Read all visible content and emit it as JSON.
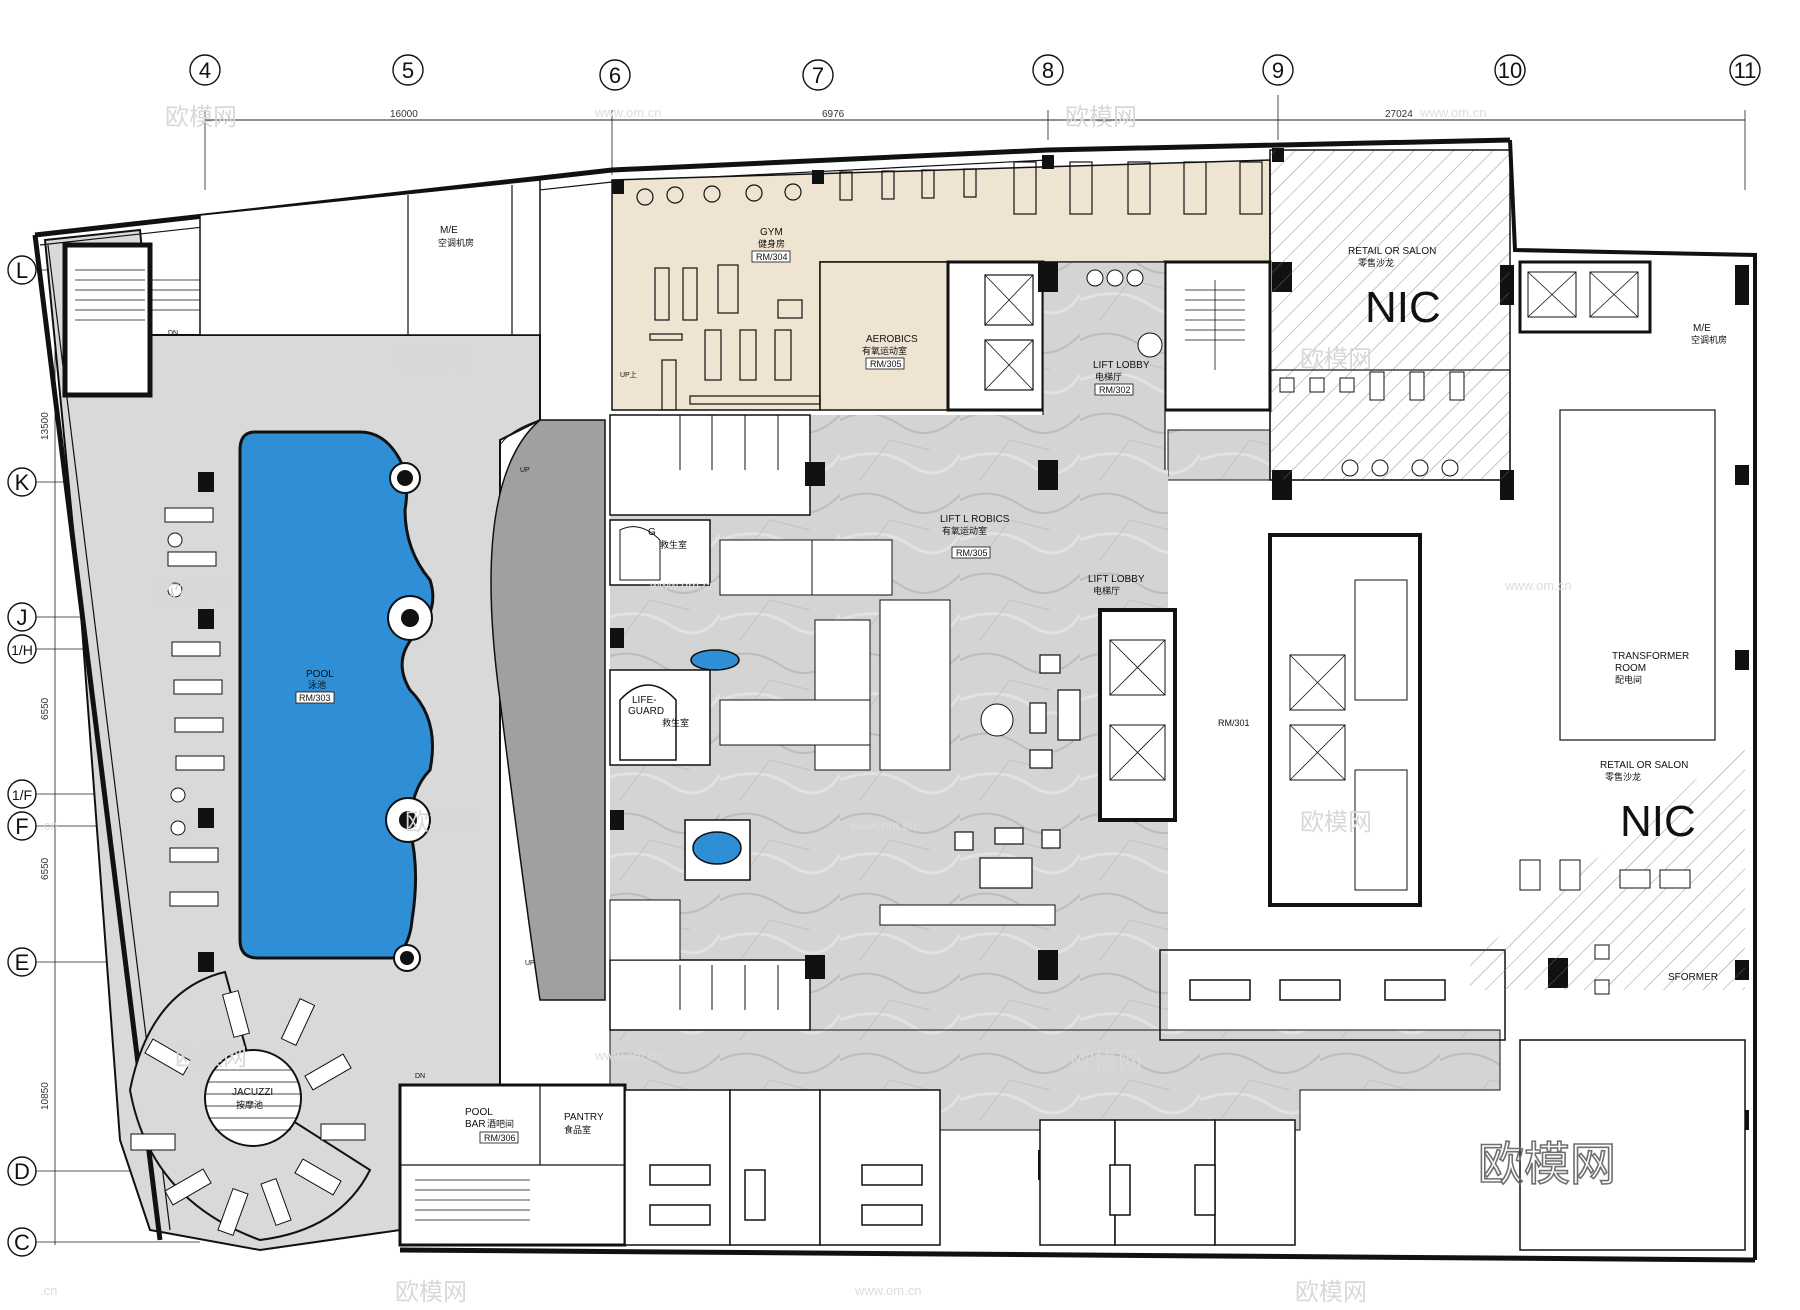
{
  "plan": {
    "col_grid": [
      "4",
      "5",
      "6",
      "7",
      "8",
      "9",
      "10",
      "11"
    ],
    "row_grid": [
      "L",
      "K",
      "J",
      "1/H",
      "1/F",
      "F",
      "E",
      "D",
      "C"
    ],
    "top_dims": [
      "16000",
      "6976",
      "27024"
    ],
    "left_dims": [
      "13500",
      "6550",
      "6550",
      "10850"
    ],
    "colors": {
      "pool": "#2e8fd6",
      "gym_floor": "#efe3d2",
      "deck": "#d9d9d9",
      "marble": "#cfcfcf",
      "ramp": "#9b9b9b",
      "wall": "#111111"
    }
  },
  "rooms": {
    "me_left": {
      "en": "M/E",
      "cn": "空调机房"
    },
    "gym": {
      "en": "GYM",
      "cn": "健身房",
      "tag": "RM/304"
    },
    "aerobics": {
      "en": "AEROBICS",
      "cn": "有氧运动室",
      "tag": "RM/305"
    },
    "aerobics2": {
      "en": "LIFT L ROBICS",
      "cn": "有氧运动室",
      "tag": "RM/305"
    },
    "lift_lobby_1": {
      "en": "LIFT LOBBY",
      "cn": "电梯厅",
      "tag": "RM/302"
    },
    "lift_lobby_2": {
      "en": "LIFT LOBBY",
      "cn": "电梯厅"
    },
    "retail_top": {
      "en": "RETAIL OR SALON",
      "cn": "零售沙龙",
      "nic": "NIC"
    },
    "retail_bottom": {
      "en": "RETAIL OR SALON",
      "cn": "零售沙龙",
      "nic": "NIC"
    },
    "me_right": {
      "en": "M/E",
      "cn": "空调机房"
    },
    "transformer": {
      "en1": "TRANSFORMER",
      "en2": "ROOM",
      "cn": "配电间"
    },
    "transformer_cut": {
      "en": "SFORMER"
    },
    "er_cut": {
      "en": "ER"
    },
    "rm301": {
      "tag": "RM/301"
    },
    "pool": {
      "en": "POOL",
      "cn": "泳池",
      "tag": "RM/303"
    },
    "guard1": {
      "en": "G",
      "cn": "救生室"
    },
    "lifeguard": {
      "en1": "LIFE-",
      "en2": "GUARD",
      "cn": "救生室"
    },
    "jacuzzi": {
      "en": "JACUZZI",
      "cn": "按摩池"
    },
    "pool_bar": {
      "en1": "POOL",
      "en2": "BAR",
      "cn": "酒吧间",
      "tag": "RM/306"
    },
    "pantry": {
      "en": "PANTRY",
      "cn": "食品室"
    }
  },
  "marks": {
    "up": "UP",
    "up_cn": "UP上",
    "dn": "DN"
  },
  "watermarks": {
    "cn": "欧模网",
    "url": "www.om.cn",
    "url_short": ".cn",
    "brand": "欧模网"
  }
}
